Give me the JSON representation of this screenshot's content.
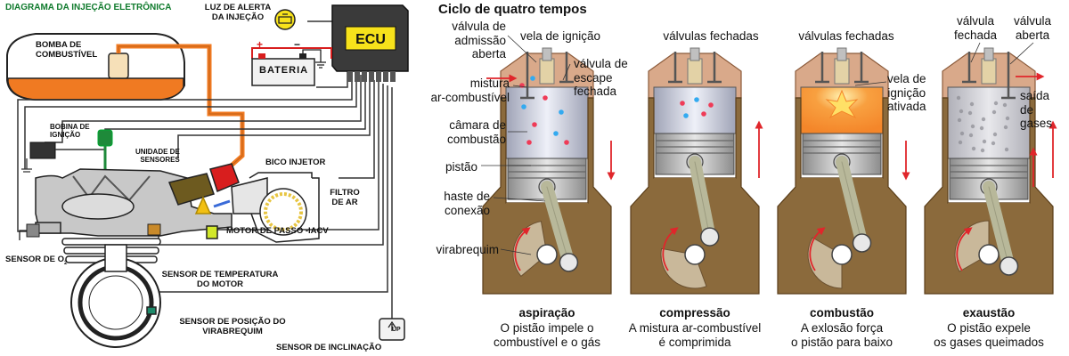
{
  "colors": {
    "accent_orange": "#f07a22",
    "engine_gray": "#bdbdbd",
    "ecu_yellow": "#f7e21b",
    "block_brown": "#8b6a3c",
    "wire_red": "#d81e1e",
    "arrow_red": "#e0262b",
    "fuel_dot_red": "#ef3b57",
    "air_dot_blue": "#33aaf0",
    "flame_orange": "#f4862a",
    "title_green": "#0f7a2c"
  },
  "injection_diagram": {
    "title": "DIAGRAMA DA INJEÇÃO ELETRÔNICA",
    "ecu_label": "ECU",
    "battery_label": "BATERIA",
    "battery_plus": "+",
    "battery_minus": "−",
    "warning_light_label": "LUZ DE ALERTA\nDA INJEÇÃO",
    "fuel_pump_label": "BOMBA DE\nCOMBUSTÍVEL",
    "ignition_coil_label": "BOBINA DE\nIGNIÇÃO",
    "sensor_unit_label": "UNIDADE DE\nSENSORES",
    "injector_label": "BICO INJETOR",
    "air_filter_label": "FILTRO\nDE AR",
    "o2_sensor_label": "SENSOR DE O",
    "o2_subscript": "2",
    "idle_motor_label": "MOTOR DE PASSO -IACV",
    "temp_sensor_label": "SENSOR DE TEMPERATURA\nDO MOTOR",
    "crank_sensor_label": "SENSOR DE POSIÇÃO DO\nVIRABREQUIM",
    "tilt_sensor_label": "SENSOR DE INCLINAÇÃO",
    "tilt_up_label": "UP"
  },
  "four_stroke": {
    "title": "Ciclo de quatro tempos",
    "labels": {
      "intake_valve": "válvula de\nadmissão\naberta",
      "spark_plug": "vela de ignição",
      "exhaust_valve_closed": "válvula de\nescape\nfechada",
      "air_fuel_mix": "mistura\nar-combustível",
      "combustion_chamber": "câmara de\ncombustão",
      "piston": "pistão",
      "connecting_rod": "haste de\nconexão",
      "crankshaft": "virabrequim",
      "valves_closed_1": "válvulas fechadas",
      "valves_closed_2": "válvulas fechadas",
      "spark_plug_fired": "vela de\nignição\nativada",
      "valve_closed": "válvula\nfechada",
      "valve_open": "válvula\naberta",
      "exhaust_gases": "saída\nde\ngases"
    },
    "strokes": [
      {
        "name": "aspiração",
        "description": "O pistão impele o\ncombustível e o gás"
      },
      {
        "name": "compressão",
        "description": "A mistura ar-combustível\né comprimida"
      },
      {
        "name": "combustão",
        "description": "A exlosão força\no pistão para baixo"
      },
      {
        "name": "exaustão",
        "description": "O pistão expele\nos gases queimados"
      }
    ]
  }
}
